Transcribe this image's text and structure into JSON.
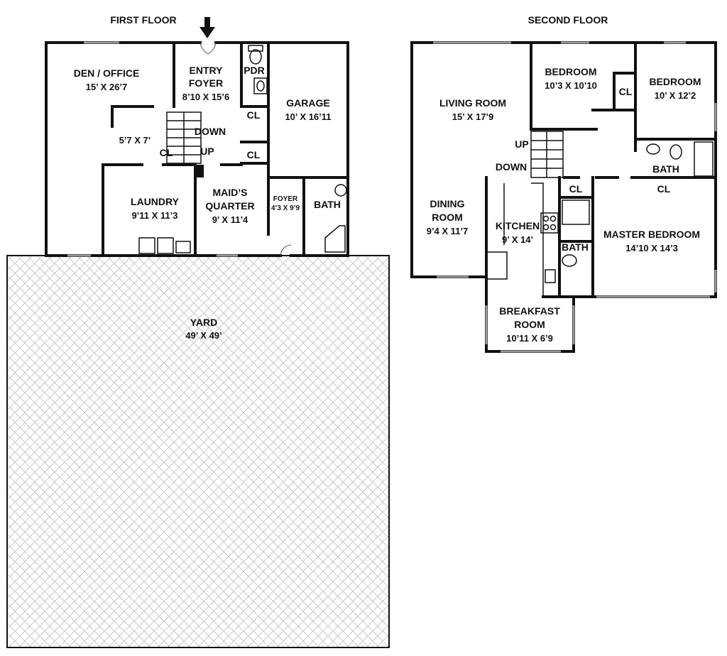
{
  "headings": {
    "first_floor": "FIRST FLOOR",
    "second_floor": "SECOND FLOOR"
  },
  "first_floor": {
    "den": {
      "name": "DEN / OFFICE",
      "dims": "15’ X 26’7"
    },
    "entry": {
      "name1": "ENTRY",
      "name2": "FOYER",
      "dims": "8’10 X 15’6"
    },
    "pdr": {
      "name": "PDR"
    },
    "garage": {
      "name": "GARAGE",
      "dims": "10’ X 16’11"
    },
    "closet_small": {
      "dims": "5’7 X 7’"
    },
    "cl_stairs": "CL",
    "cl_upper": "CL",
    "cl_lower": "CL",
    "stairs_down": "DOWN",
    "stairs_up": "UP",
    "laundry": {
      "name": "LAUNDRY",
      "dims": "9’11 X 11’3"
    },
    "maids": {
      "name1": "MAID’S",
      "name2": "QUARTER",
      "dims": "9’ X 11’4"
    },
    "foyer": {
      "name": "FOYER",
      "dims": "4’3 X 9’9"
    },
    "bath": {
      "name": "BATH"
    },
    "yard": {
      "name": "YARD",
      "dims": "49’ X 49’"
    }
  },
  "second_floor": {
    "living": {
      "name": "LIVING ROOM",
      "dims": "15’ X 17’9"
    },
    "bedroom1": {
      "name": "BEDROOM",
      "dims": "10’3 X 10’10"
    },
    "bedroom2": {
      "name": "BEDROOM",
      "dims": "10’ X 12’2"
    },
    "cl_bed2": "CL",
    "stairs_up": "UP",
    "stairs_down": "DOWN",
    "bath_upper": {
      "name": "BATH"
    },
    "cl_hall": "CL",
    "cl_master": "CL",
    "dining": {
      "name1": "DINING",
      "name2": "ROOM",
      "dims": "9’4 X 11’7"
    },
    "kitchen": {
      "name": "KITCHEN",
      "dims": "9’ X 14’"
    },
    "bath_lower": {
      "name": "BATH"
    },
    "master": {
      "name": "MASTER BEDROOM",
      "dims": "14’10 X 14’3"
    },
    "breakfast": {
      "name1": "BREAKFAST",
      "name2": "ROOM",
      "dims": "10’11 X 6’9"
    }
  }
}
